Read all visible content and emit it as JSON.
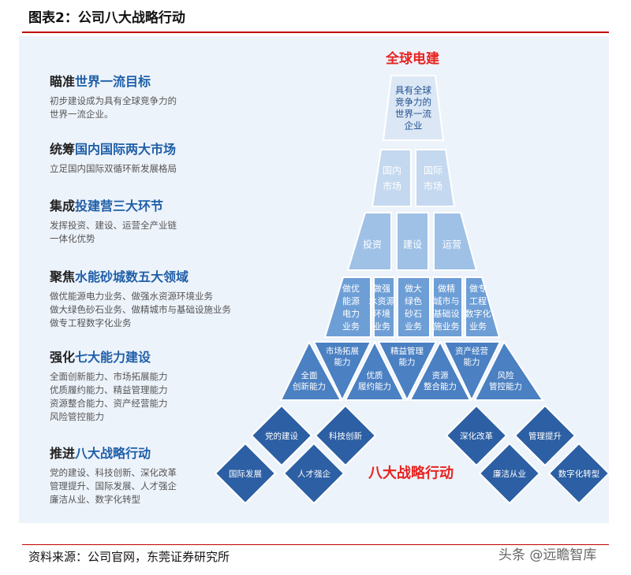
{
  "figure_title": "图表2：公司八大战略行动",
  "left_items": [
    {
      "head_prefix": "瞄准",
      "head_highlight": "世界一流目标",
      "desc": "初步建设成为具有全球竞争力的\n世界一流企业。"
    },
    {
      "head_prefix": "统筹",
      "head_highlight": "国内国际两大市场",
      "desc": "立足国内国际双循环新发展格局"
    },
    {
      "head_prefix": "集成",
      "head_highlight": "投建营三大环节",
      "desc": "发挥投资、建设、运营全产业链\n一体化优势"
    },
    {
      "head_prefix": "聚焦",
      "head_highlight": "水能砂城数五大领域",
      "desc": "做优能源电力业务、做强水资源环境业务\n做大绿色砂石业务、做精城市与基础设施业务\n做专工程数字化业务"
    },
    {
      "head_prefix": "强化",
      "head_highlight": "七大能力建设",
      "desc": "全面创新能力、市场拓展能力\n优质履约能力、精益管理能力\n资源整合能力、资产经营能力\n风险管控能力"
    },
    {
      "head_prefix": "推进",
      "head_highlight": "八大战略行动",
      "desc": "党的建设、科技创新、深化改革\n管理提升、国际发展、人才强企\n廉洁从业、数字化转型"
    }
  ],
  "pyramid": {
    "top_label": "全球电建",
    "tier1": [
      "具有全球",
      "竞争力的",
      "世界一流",
      "企业"
    ],
    "tier2": [
      [
        "国内",
        "市场"
      ],
      [
        "国际",
        "市场"
      ]
    ],
    "tier3": [
      "投资",
      "建设",
      "运营"
    ],
    "tier4": [
      [
        "做优",
        "能源",
        "电力",
        "业务"
      ],
      [
        "做强",
        "水资源",
        "环境",
        "业务"
      ],
      [
        "做大",
        "绿色",
        "砂石",
        "业务"
      ],
      [
        "做精",
        "城市与",
        "基础设",
        "施业务"
      ],
      [
        "做专",
        "工程",
        "数字化",
        "业务"
      ]
    ],
    "tier5": [
      [
        "全面",
        "创新能力"
      ],
      [
        "市场拓展",
        "能力"
      ],
      [
        "优质",
        "履约能力"
      ],
      [
        "精益管理",
        "能力"
      ],
      [
        "资源",
        "整合能力"
      ],
      [
        "资产经营",
        "能力"
      ],
      [
        "风险",
        "管控能力"
      ]
    ],
    "base_left": [
      "党的建设",
      "科技创新",
      "国际发展",
      "人才强企"
    ],
    "base_right": [
      "深化改革",
      "管理提升",
      "廉洁从业",
      "数字化转型"
    ],
    "base_label": "八大战略行动"
  },
  "source": "资料来源：公司官网，东莞证券研究所",
  "watermark": "头条 @远瞻智库",
  "colors": {
    "accent_red": "#e8231f",
    "highlight_blue": "#1f5fa8",
    "panel_bg": "#edf3fb",
    "tier1": "#dbe7f5",
    "tier2": "#c4d8ef",
    "tier3": "#9fc1e6",
    "tier4": "#6d9ed6",
    "tier5": "#4b80c2",
    "base": "#2c5fa3"
  }
}
